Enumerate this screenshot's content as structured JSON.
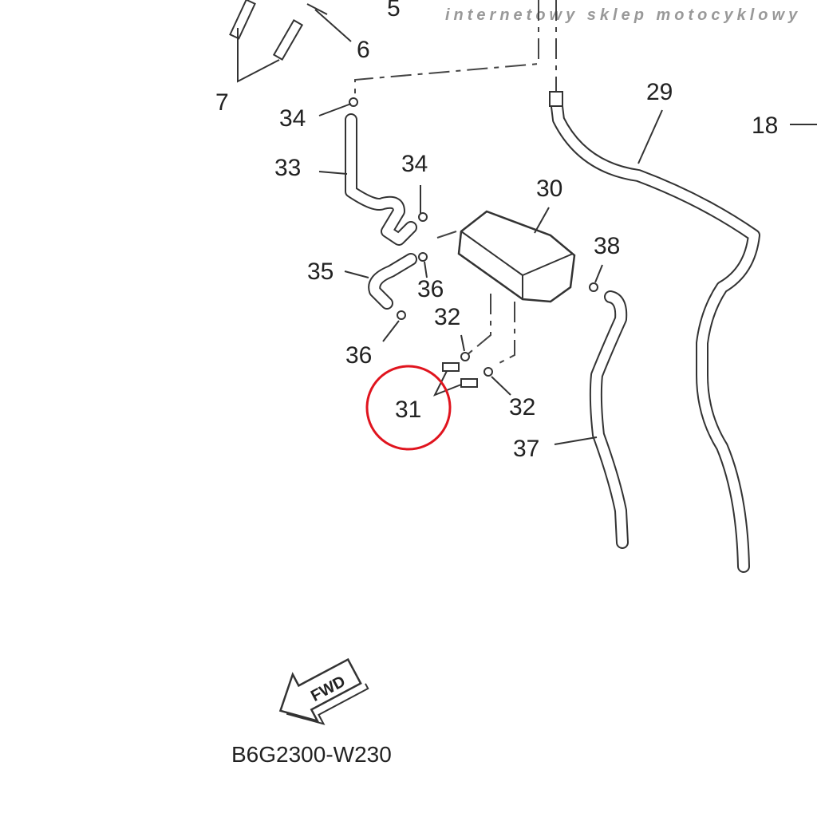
{
  "watermark": "internetowy sklep motocyklowy",
  "diagram_code": "B6G2300-W230",
  "fwd_label": "FWD",
  "highlight_color": "#e0141e",
  "callouts": {
    "c5": "5",
    "c6": "6",
    "c7": "7",
    "c18": "18",
    "c29": "29",
    "c30": "30",
    "c33": "33",
    "c34a": "34",
    "c34b": "34",
    "c35": "35",
    "c36a": "36",
    "c36b": "36",
    "c31": "31",
    "c32a": "32",
    "c32b": "32",
    "c37": "37",
    "c38": "38"
  }
}
